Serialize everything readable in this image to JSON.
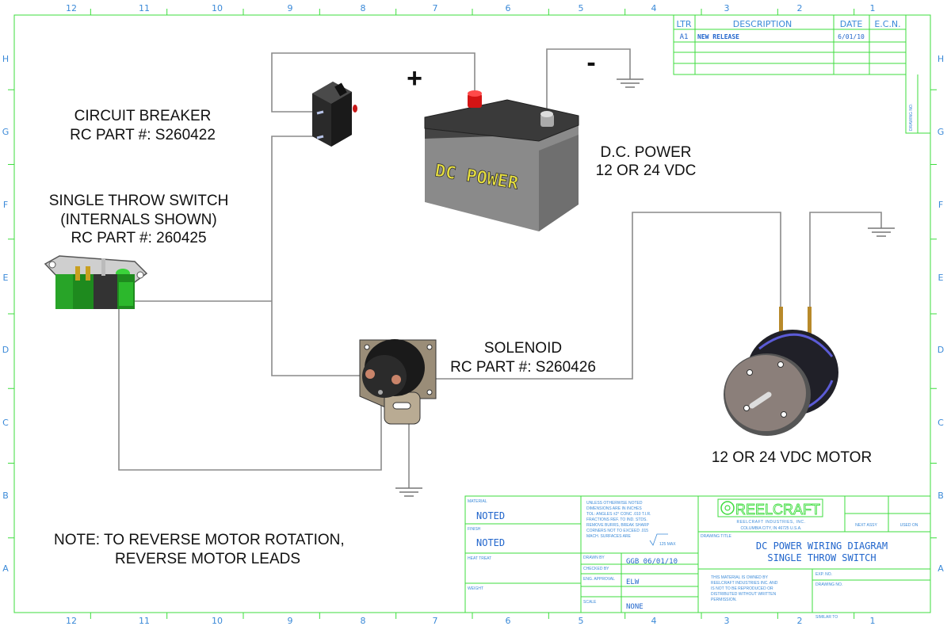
{
  "border": {
    "columns": [
      "12",
      "11",
      "10",
      "9",
      "8",
      "7",
      "6",
      "5",
      "4",
      "3",
      "2",
      "1"
    ],
    "rows": [
      "H",
      "G",
      "F",
      "E",
      "D",
      "C",
      "B",
      "A"
    ]
  },
  "revision": {
    "headers": [
      "LTR",
      "DESCRIPTION",
      "DATE",
      "E.C.N."
    ],
    "rows": [
      [
        "A1",
        "NEW RELEASE",
        "6/01/10",
        ""
      ]
    ],
    "side_label": "DRAWING NO."
  },
  "labels": {
    "breaker_title": "CIRCUIT BREAKER",
    "breaker_part": "RC PART #: S260422",
    "switch_title": "SINGLE THROW SWITCH",
    "switch_sub": "(INTERNALS SHOWN)",
    "switch_part": "RC PART #: 260425",
    "power_title": "D.C. POWER",
    "power_sub": "12 OR 24 VDC",
    "plus": "+",
    "minus": "-",
    "battery_text": "DC POWER",
    "solenoid_title": "SOLENOID",
    "solenoid_part": "RC PART #: S260426",
    "motor": "12 OR 24 VDC MOTOR",
    "note_line1": "NOTE:  TO REVERSE MOTOR ROTATION,",
    "note_line2": "REVERSE MOTOR LEADS"
  },
  "title_block": {
    "material_label": "MATERIAL",
    "material_value": "NOTED",
    "finish_label": "FINISH",
    "finish_value": "NOTED",
    "heat_treat_label": "HEAT TREAT",
    "weight_label": "WEIGHT",
    "tolerance_lines": [
      "UNLESS OTHERWISE NOTED",
      "DIMENSIONS ARE IN INCHES",
      "TOL: ANGLES ±2° CONC .010 T.I.R.",
      "FRACTIONS REF. TO IND. STDS.",
      "REMOVE BURRS, BREAK SHARP",
      "CORNERS NOT TO EXCEED .015",
      "MACH. SURFACES ARE"
    ],
    "finish_mark": "125 MAX",
    "drawn_by_label": "DRAWN BY",
    "drawn_by": "GGB  06/01/10",
    "checked_by_label": "CHECKED BY",
    "eng_approval_label": "ENG. APPROVAL",
    "eng_approval": "ELW",
    "scale_label": "SCALE",
    "scale": "NONE",
    "logo": "REELCRAFT",
    "company": "REELCRAFT INDUSTRIES, INC.",
    "city": "COLUMBIA CITY, IN 46725 U.S.A.",
    "next_assy": "NEXT ASSY",
    "used_on": "USED ON",
    "drawing_title_label": "DRAWING TITLE",
    "title_line1": "DC POWER WIRING DIAGRAM",
    "title_line2": "SINGLE THROW SWITCH",
    "ownership_lines": [
      "THIS MATERIAL IS OWNED BY",
      "REELCRAFT INDUSTRIES INC. AND",
      "IS NOT TO BE REPRODUCED OR",
      "DISTRIBUTED WITHOUT WRITTEN",
      "PERMISSION."
    ],
    "exp_no": "EXP. NO.",
    "drawing_no": "DRAWING NO.",
    "similar_to": "SIMILAR TO"
  },
  "colors": {
    "border_green": "#3ddc3d",
    "edge_blue": "#3b8ad8",
    "wire": "#8a8a8a",
    "battery_gray": "#8f8f8f",
    "switch_green": "#1e8a1e"
  }
}
